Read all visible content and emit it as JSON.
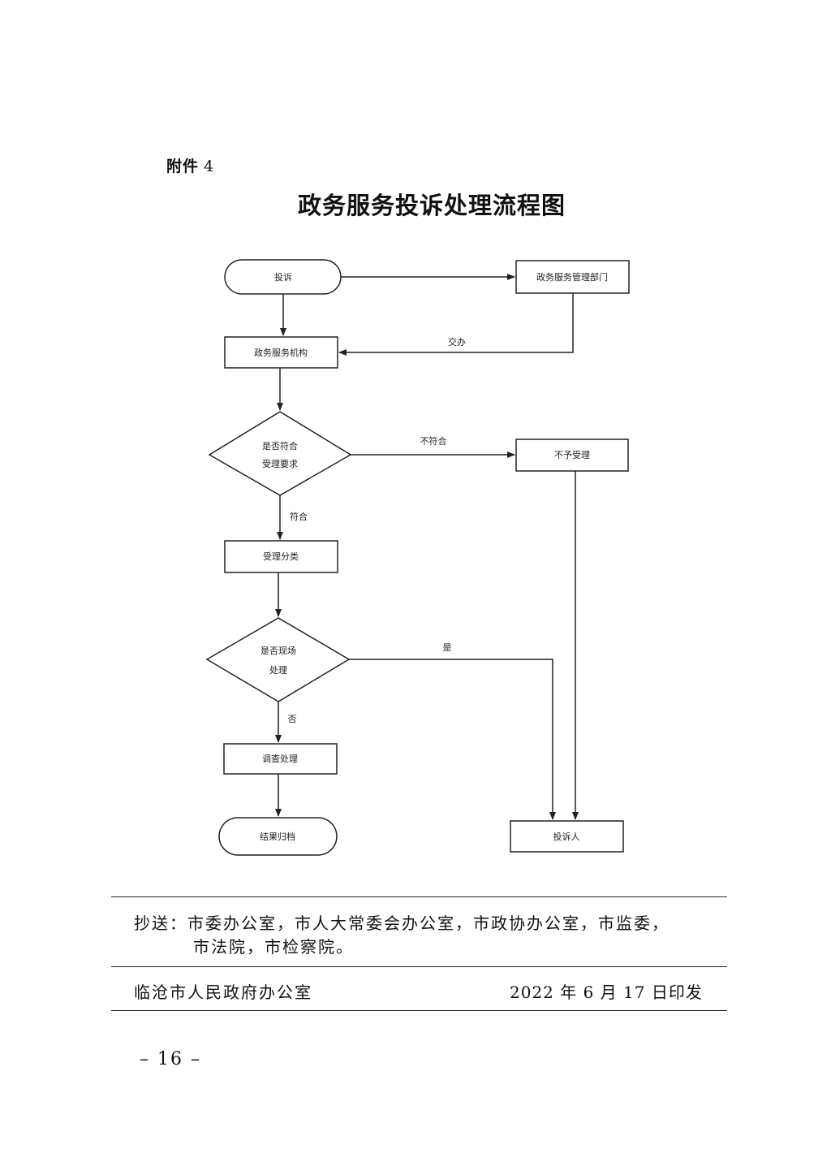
{
  "header": {
    "attachment_label": "附件",
    "attachment_number": "4",
    "title": "政务服务投诉处理流程图"
  },
  "flowchart": {
    "nodes": {
      "complaint": "投诉",
      "admin_dept": "政务服务管理部门",
      "service_org": "政务服务机构",
      "check_req_line1": "是否符合",
      "check_req_line2": "受理要求",
      "reject": "不予受理",
      "classify": "受理分类",
      "onsite_line1": "是否现场",
      "onsite_line2": "处理",
      "investigate": "调查处理",
      "archive": "结果归档",
      "complainant": "投诉人"
    },
    "edges": {
      "assign": "交办",
      "not_meet": "不符合",
      "meet": "符合",
      "yes": "是",
      "no": "否"
    }
  },
  "footer": {
    "cc_line1": "抄送：市委办公室，市人大常委会办公室，市政协办公室，市监委，",
    "cc_line2": "市法院，市检察院。",
    "issuer": "临沧市人民政府办公室",
    "issue_date": "2022 年 6 月 17 日印发",
    "page_number": "– 16 –"
  }
}
